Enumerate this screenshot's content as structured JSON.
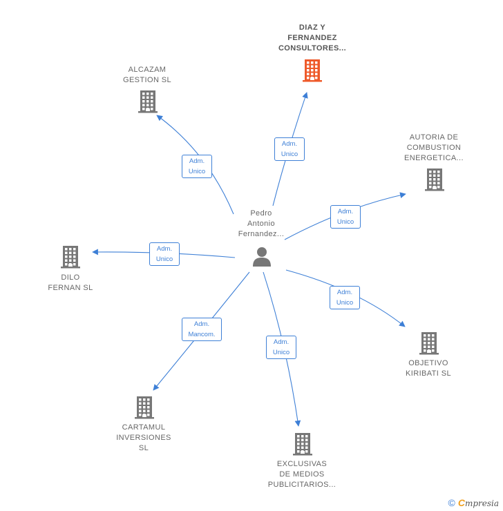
{
  "colors": {
    "edge": "#3d7fd6",
    "building": "#777777",
    "highlight": "#ee5a2a"
  },
  "center": {
    "name": "Pedro Antonio Fernandez...",
    "lines": [
      "Pedro",
      "Antonio",
      "Fernandez..."
    ],
    "icon": "person-icon"
  },
  "nodes": [
    {
      "id": "diaz",
      "lines": [
        "DIAZ Y",
        "FERNANDEZ",
        "CONSULTORES..."
      ],
      "highlight": true,
      "icon": "building-icon"
    },
    {
      "id": "alcazam",
      "lines": [
        "ALCAZAM",
        "GESTION SL"
      ],
      "highlight": false,
      "icon": "building-icon"
    },
    {
      "id": "autoria",
      "lines": [
        "AUTORIA DE",
        "COMBUSTION",
        "ENERGETICA..."
      ],
      "highlight": false,
      "icon": "building-icon"
    },
    {
      "id": "dilo",
      "lines": [
        "DILO",
        "FERNAN SL"
      ],
      "highlight": false,
      "icon": "building-icon"
    },
    {
      "id": "objetivo",
      "lines": [
        "OBJETIVO",
        "KIRIBATI SL"
      ],
      "highlight": false,
      "icon": "building-icon"
    },
    {
      "id": "cartamul",
      "lines": [
        "CARTAMUL",
        "INVERSIONES",
        "SL"
      ],
      "highlight": false,
      "icon": "building-icon"
    },
    {
      "id": "exclusivas",
      "lines": [
        "EXCLUSIVAS",
        "DE MEDIOS",
        "PUBLICITARIOS..."
      ],
      "highlight": false,
      "icon": "building-icon"
    }
  ],
  "relations": [
    {
      "target": "diaz",
      "lines": [
        "Adm.",
        "Unico"
      ]
    },
    {
      "target": "alcazam",
      "lines": [
        "Adm.",
        "Unico"
      ]
    },
    {
      "target": "autoria",
      "lines": [
        "Adm.",
        "Unico"
      ]
    },
    {
      "target": "dilo",
      "lines": [
        "Adm.",
        "Unico"
      ]
    },
    {
      "target": "objetivo",
      "lines": [
        "Adm.",
        "Unico"
      ]
    },
    {
      "target": "cartamul",
      "lines": [
        "Adm.",
        "Mancom."
      ]
    },
    {
      "target": "exclusivas",
      "lines": [
        "Adm.",
        "Unico"
      ]
    }
  ],
  "footer": {
    "copyright": "©",
    "brand_first": "C",
    "brand_rest": "mpresia"
  }
}
